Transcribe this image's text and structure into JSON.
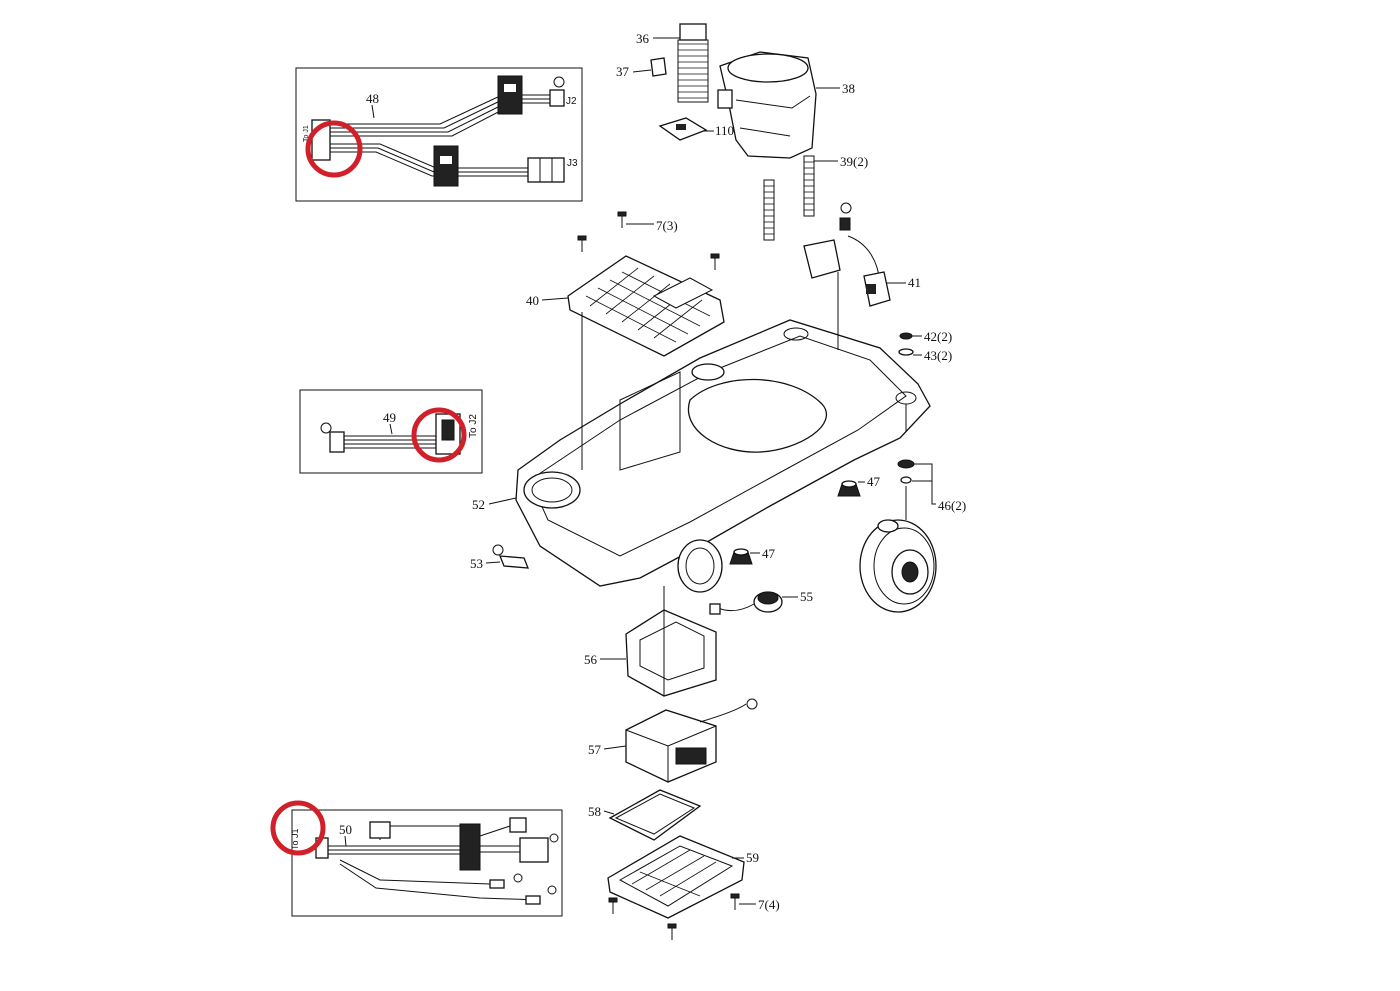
{
  "labels": {
    "l36": "36",
    "l37": "37",
    "l38": "38",
    "l110": "110",
    "l39": "39(2)",
    "l7a": "7(3)",
    "l40": "40",
    "l41": "41",
    "l42": "42(2)",
    "l43": "43(2)",
    "l47a": "47",
    "l46": "46(2)",
    "l47b": "47",
    "l52": "52",
    "l53": "53",
    "l55": "55",
    "l56": "56",
    "l57": "57",
    "l58": "58",
    "l59": "59",
    "l7b": "7(4)",
    "l48": "48",
    "l49": "49",
    "l50": "50"
  },
  "harness48": {
    "j2": "J2",
    "j3": "J3",
    "j1": "To J1"
  },
  "harness49": {
    "j": "To J2"
  },
  "harness50": {
    "j": "To J1"
  },
  "colors": {
    "ink": "#111111",
    "callout": "#d0202a"
  }
}
